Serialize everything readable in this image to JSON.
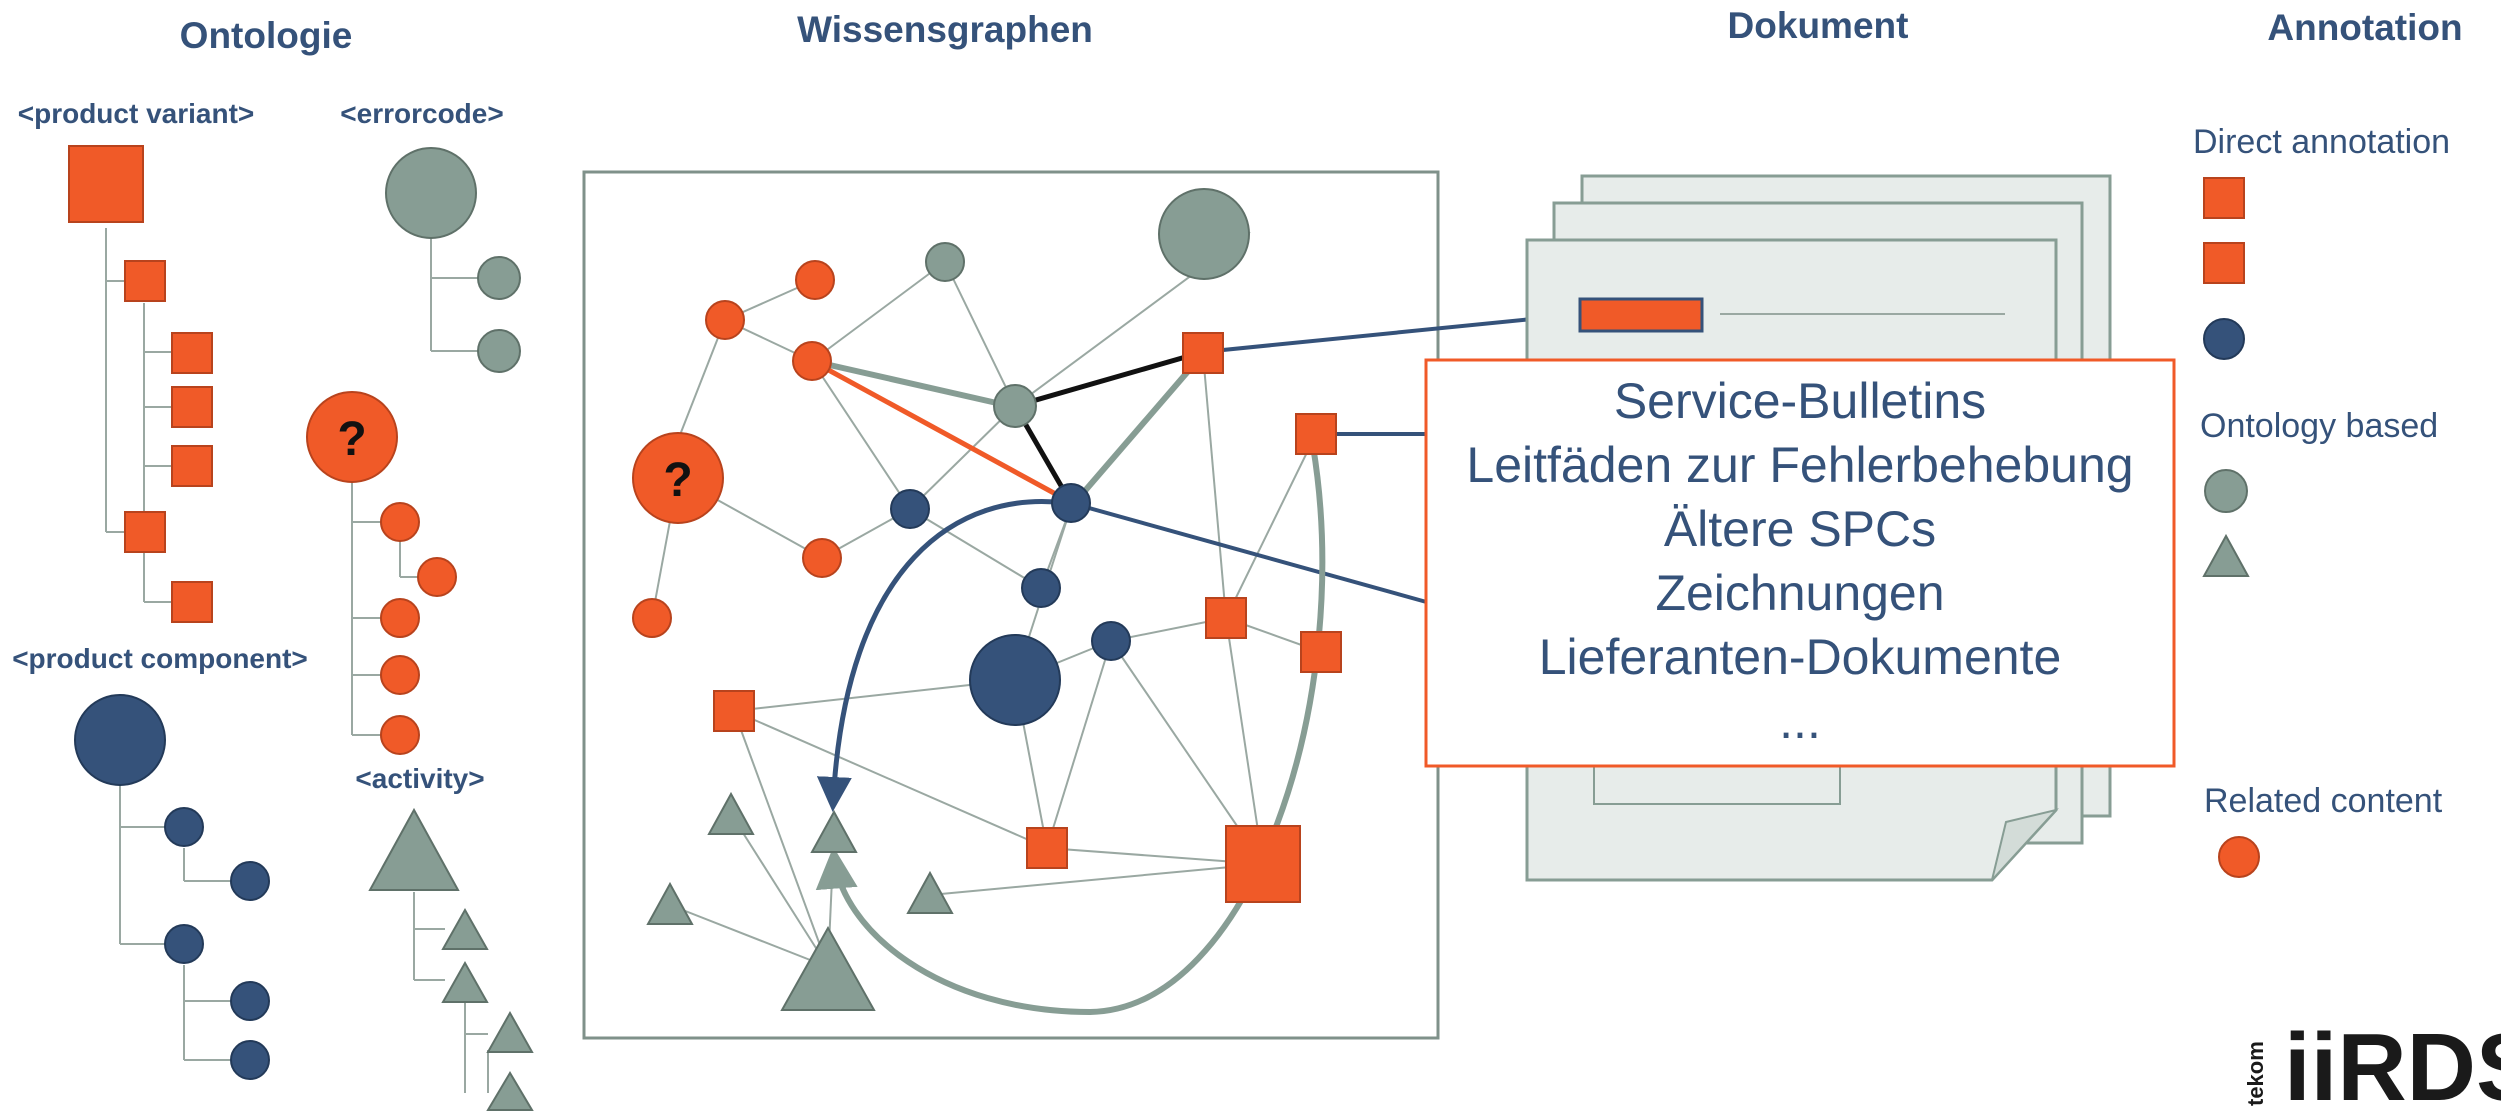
{
  "colors": {
    "orange": "#f05a28",
    "orange_stroke": "#b8431d",
    "grey": "#879d94",
    "grey_stroke": "#5f7169",
    "navy": "#35527a",
    "navy_stroke": "#233a59",
    "line": "#9aa8a2",
    "frame": "#7f918a",
    "doc_fill": "#e7ecea",
    "box_border": "#f05a28"
  },
  "headers": {
    "ontology": "Ontologie",
    "graph": "Wissensgraphen",
    "document": "Dokument",
    "annotation": "Annotation"
  },
  "ontology": {
    "product_variant": "<product variant>",
    "errorcode": "<errorcode>",
    "product_component": "<product component>",
    "activity": "<activity>",
    "unknown_mark": "?"
  },
  "graph": {
    "unknown_mark": "?"
  },
  "document_box": {
    "lines": [
      "Service-Bulletins",
      "Leitfäden zur Fehlerbehebung",
      "Ältere SPCs",
      "Zeichnungen",
      "Lieferanten-Dokumente",
      "..."
    ]
  },
  "legend": {
    "direct": "Direct annotation",
    "ontology_based": "Ontology based",
    "related": "Related content"
  },
  "logo": {
    "brand": "iiRDS",
    "vendor": "tekom"
  }
}
